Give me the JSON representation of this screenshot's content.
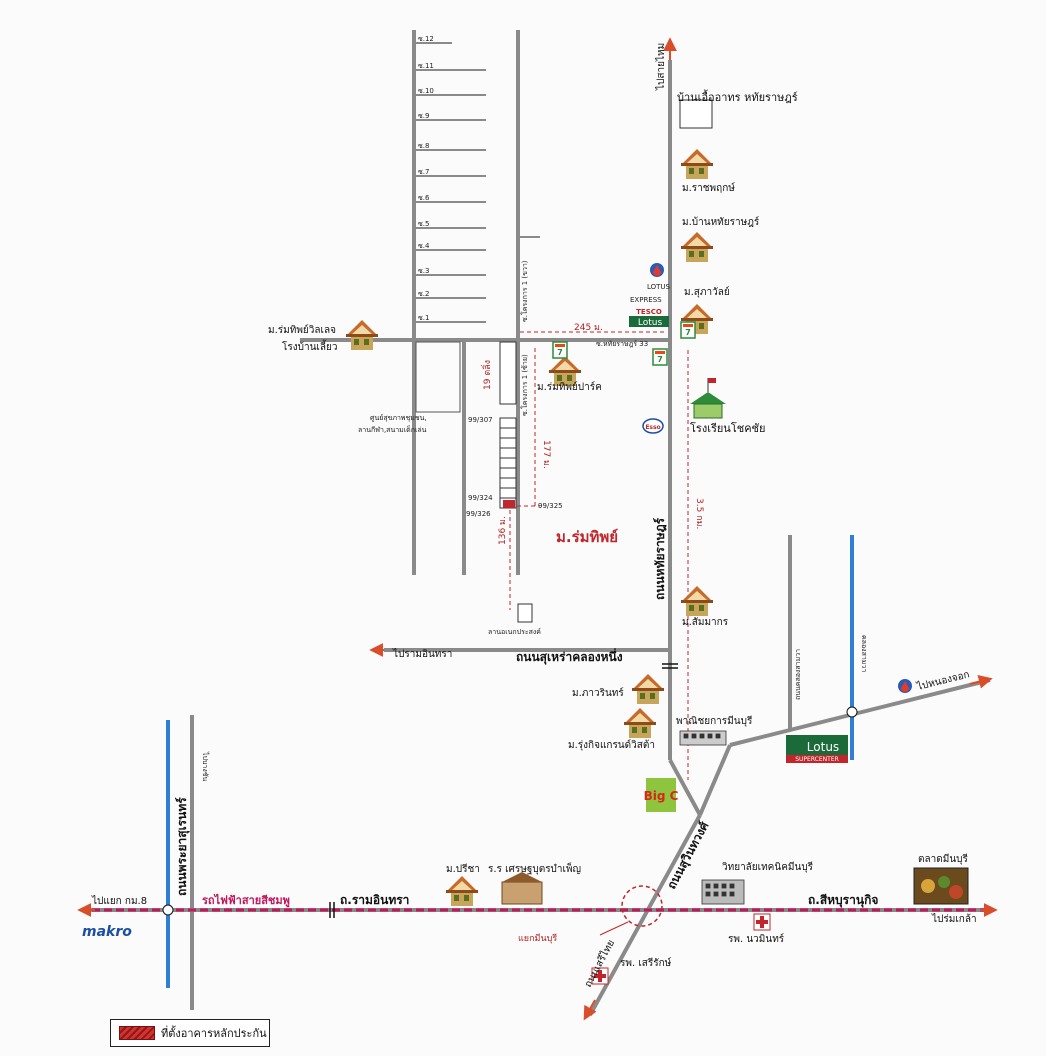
{
  "labels": {
    "soi_12": "ซ.12",
    "soi_11": "ซ.11",
    "soi_10": "ซ.10",
    "soi_9": "ซ.9",
    "soi_8": "ซ.8",
    "soi_7": "ซ.7",
    "soi_6": "ซ.6",
    "soi_5": "ซ.5",
    "soi_4": "ซ.4",
    "soi_3": "ซ.3",
    "soi_2": "ซ.2",
    "soi_1": "ซ.1",
    "to_sai_mai": "ไปสายไหม",
    "baan_uea_arthorn": "บ้านเอื้ออาทร หทัยราษฎร์",
    "m_ratchaphruek": "ม.ราชพฤกษ์",
    "m_baan_hathai": "ม.บ้านหทัยราษฎร์",
    "m_supawan": "ม.สุภาวัลย์",
    "lotus_express_1": "LOTUS",
    "lotus_express_2": "EXPRESS",
    "tesco": "TESCO",
    "lotus_small": "Lotus",
    "dist_245": "245 ม.",
    "soi_hathai_33": "ซ.หทัยราษฎร์ 33",
    "m_romthip_village": "ม.ร่มทิพย์วิลเลจ",
    "rong_baan_lieo": "โรงบ้านเลี้ยว",
    "soi_khrongkan_1": "ซ.โครงการ 1 (ซ้าย)",
    "soi_khrongkan_2": "ซ.โครงการ 1 (ขวา)",
    "dist_19": "19 ตลิ่ง",
    "m_romthip_park": "ม.ร่มทิพย์ปาร์ค",
    "school_chokechai": "โรงเรียนโชคชัย",
    "community_center_1": "ศูนย์สุขภาพชุมชน,",
    "community_center_2": "ลานกีฬา,สนามเด็กเล่น",
    "house_307": "99/307",
    "dist_177": "177 ม.",
    "esso": "Esso",
    "house_324": "99/324",
    "house_325": "99/325",
    "house_326": "99/326",
    "road_hathai": "ถนนหทัยราษฎร์",
    "dist_35km": "3.5 กม.",
    "village_romthip": "ม.ร่มทิพย์",
    "dist_136": "136 ม.",
    "m_sammakorn": "ม.สัมมากร",
    "lan_anek": "ลานอเนกประสงค์",
    "to_ram_intra": "ไปรามอินทรา",
    "road_suea_rao": "ถนนสุเหร่าคลองหนึ่ง",
    "m_pawarin": "ม.ภาวรินทร์",
    "to_nong_chok": "ไปหนองจอก",
    "road_khlong_sam_wa": "ถนนคลองสามวา",
    "khlong_sam_wa": "คลองสามวา",
    "m_rungkit": "ม.รุ่งกิจแกรนด์วิสต้า",
    "panich_minburi": "พาณิชยการมีนบุรี",
    "lotus_big": "Lotus",
    "supercenter": "SUPERCENTER",
    "road_phra_ya_suren": "ถนนพระยาสุเรนทร์",
    "to_bang_chan": "ไปบางชัน",
    "big_c": "Big C",
    "road_sukhaphiban": "ถนนสุวินทวงศ์",
    "tech_minburi": "วิทยาลัยเทคนิคมีนบุรี",
    "market_minburi": "ตลาดมีนบุรี",
    "m_preecha": "ม.ปรีชา",
    "school_setthabut": "ร.ร เศรษฐบุตรบำเพ็ญ",
    "to_km8": "ไปแยก กม.8",
    "makro": "makro",
    "bts_pink": "รถไฟฟ้าสายสีชมพู",
    "road_ram_intra": "ถ.รามอินทรา",
    "road_si_burapha": "ถ.สีหบุรานุกิจ",
    "to_rom_klao": "ไปร่มเกล้า",
    "yaek_minburi": "แยกมีนบุรี",
    "road_seri_thai": "ถนนเสรีไทย",
    "hosp_nawamin": "รพ. นวมินทร์",
    "hosp_serirak": "รพ. เสรีรักษ์"
  },
  "legend": {
    "text": "ที่ตั้งอาคารหลักประกัน"
  },
  "colors": {
    "road": "#8a8a8a",
    "canal": "#2f7fd6",
    "rail": "#c2185b",
    "accent_red": "#c0262b",
    "arrow": "#d94d2b",
    "house": "#c76a2a",
    "house_body": "#7a8a2a"
  }
}
